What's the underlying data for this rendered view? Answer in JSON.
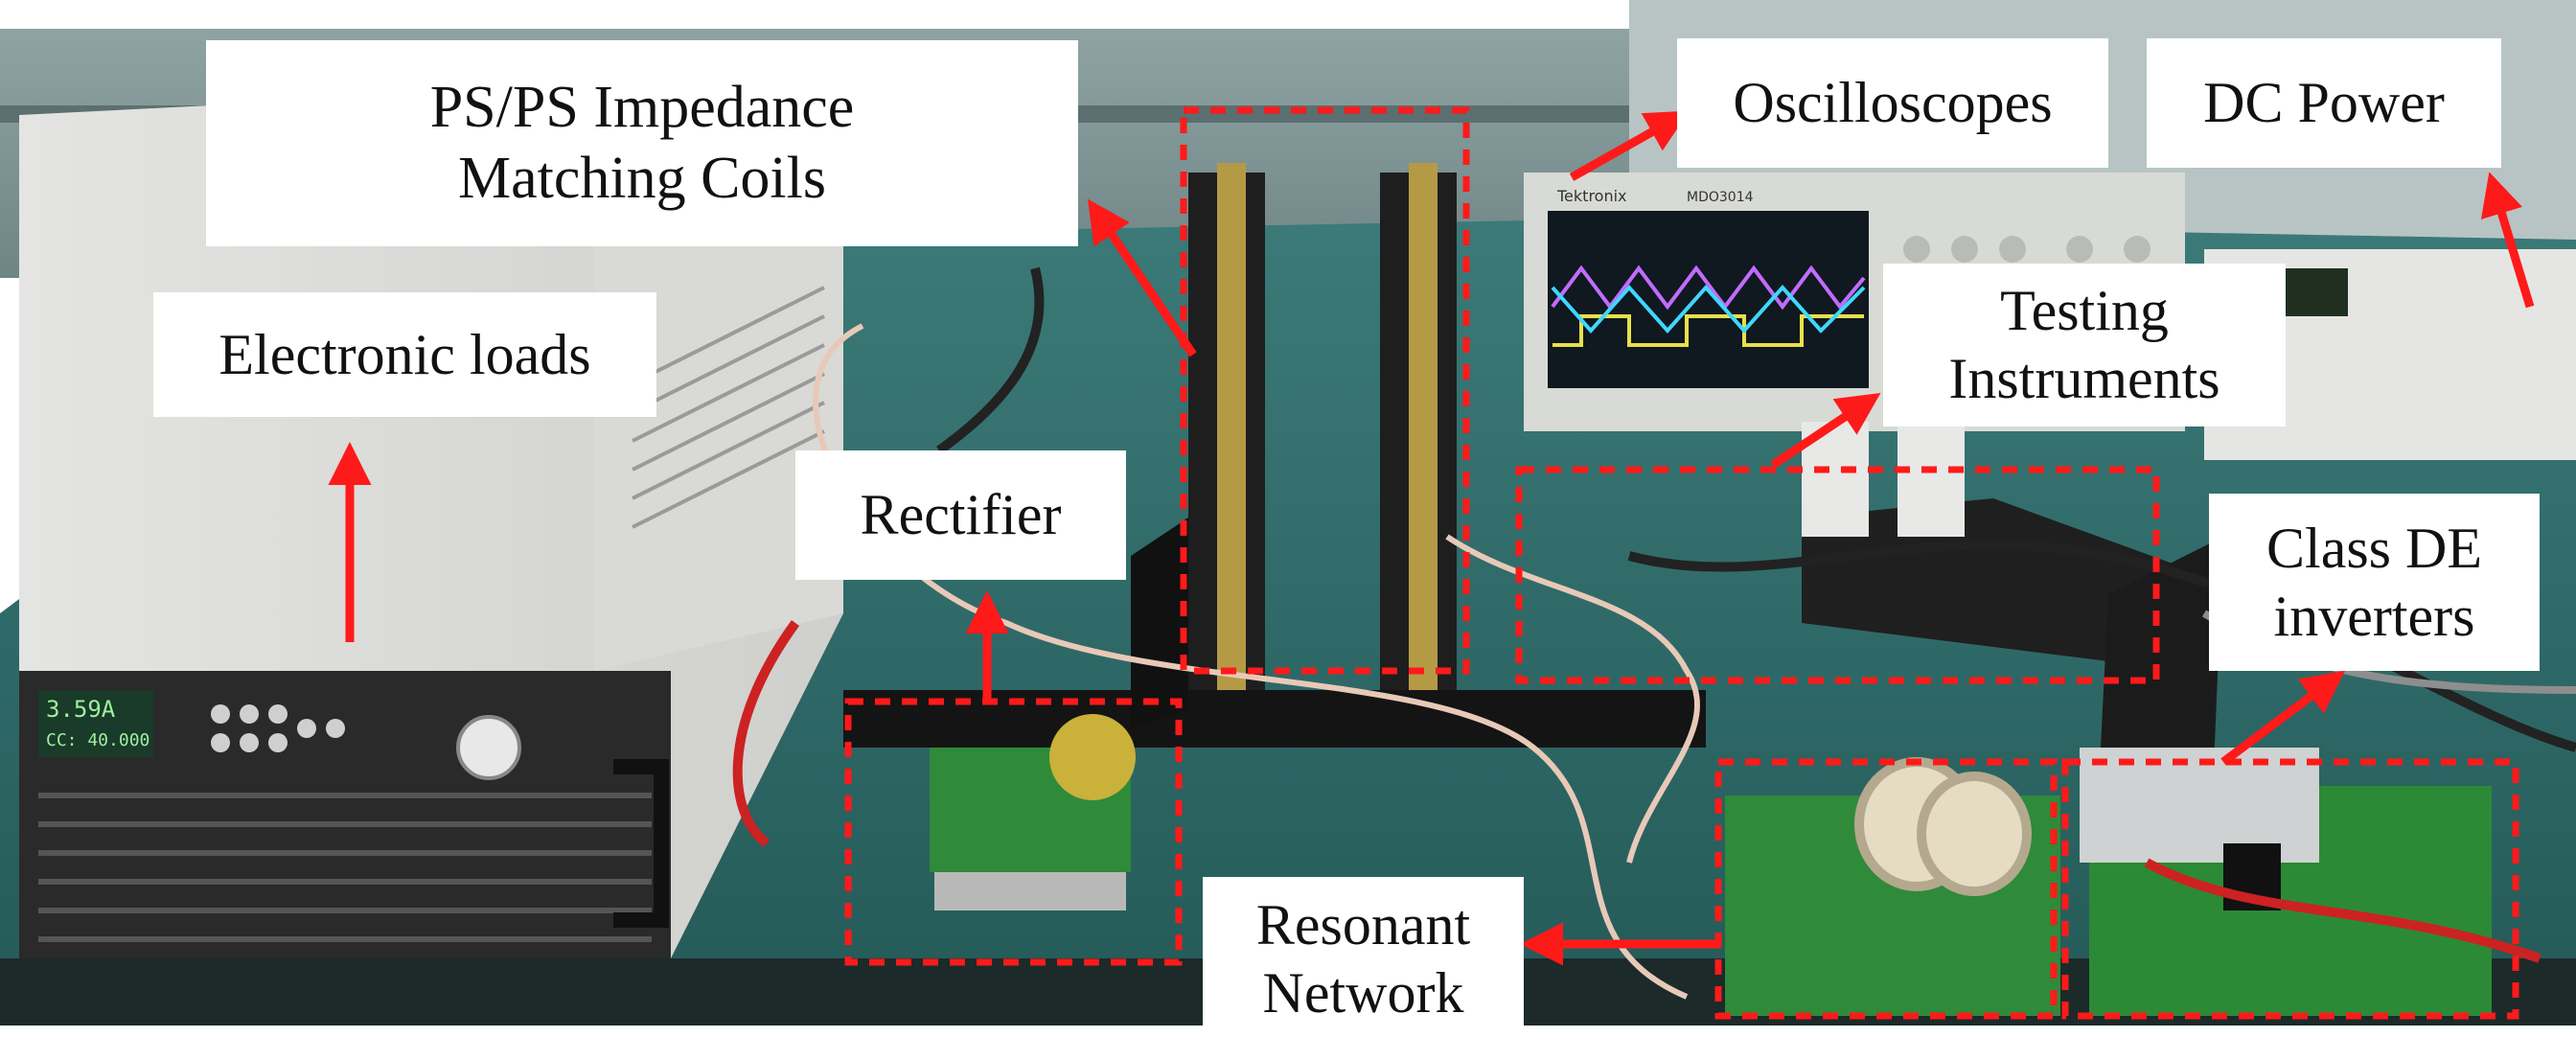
{
  "labels": {
    "ps_ps_coils": "PS/PS Impedance\nMatching Coils",
    "oscilloscopes": "Oscilloscopes",
    "dc_power": "DC Power",
    "electronic_loads": "Electronic loads",
    "testing_instruments": "Testing\nInstruments",
    "rectifier": "Rectifier",
    "class_de_inverters": "Class DE\ninverters",
    "resonant_network": "Resonant\nNetwork"
  },
  "instrument_text": {
    "load_display_current": "3.59A",
    "load_display_setting": "CC: 40.000",
    "scope_brand": "Tektronix",
    "scope_model": "MDO3014"
  },
  "colors": {
    "annotation": "#ff1a1a",
    "bench": "#2d6b6b",
    "label_bg": "#ffffff"
  }
}
